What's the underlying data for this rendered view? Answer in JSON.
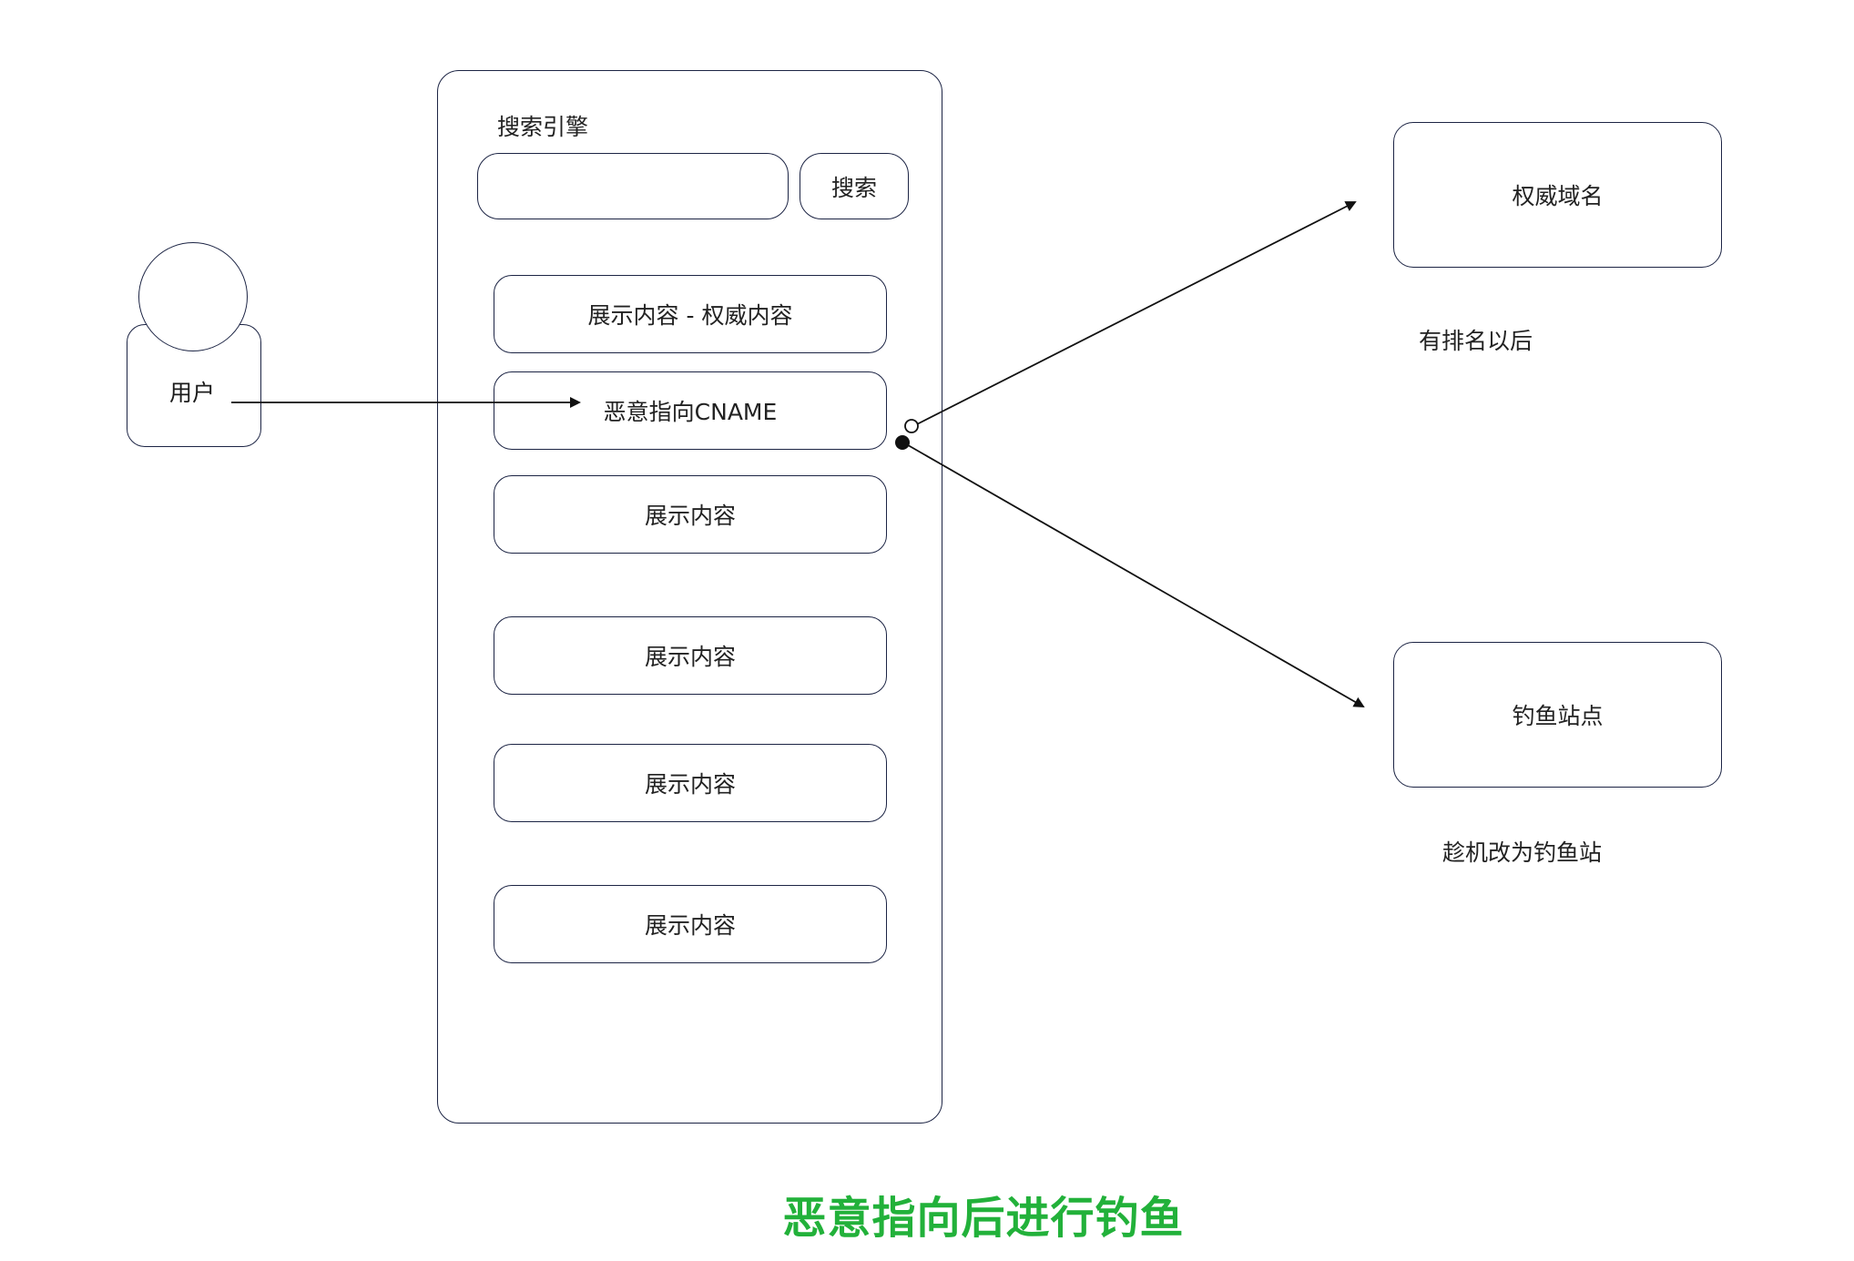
{
  "user": {
    "label": "用户"
  },
  "search_engine": {
    "title": "搜索引擎",
    "search_input_value": "",
    "search_button": "搜索",
    "results": [
      "展示内容 - 权威内容",
      "恶意指向CNAME",
      "展示内容",
      "展示内容",
      "展示内容",
      "展示内容"
    ]
  },
  "targets": {
    "authority": {
      "label": "权威域名",
      "note": "有排名以后"
    },
    "phishing": {
      "label": "钓鱼站点",
      "note": "趁机改为钓鱼站"
    }
  },
  "caption": "恶意指向后进行钓鱼",
  "colors": {
    "stroke": "#1c2444",
    "caption": "#22b13a"
  }
}
